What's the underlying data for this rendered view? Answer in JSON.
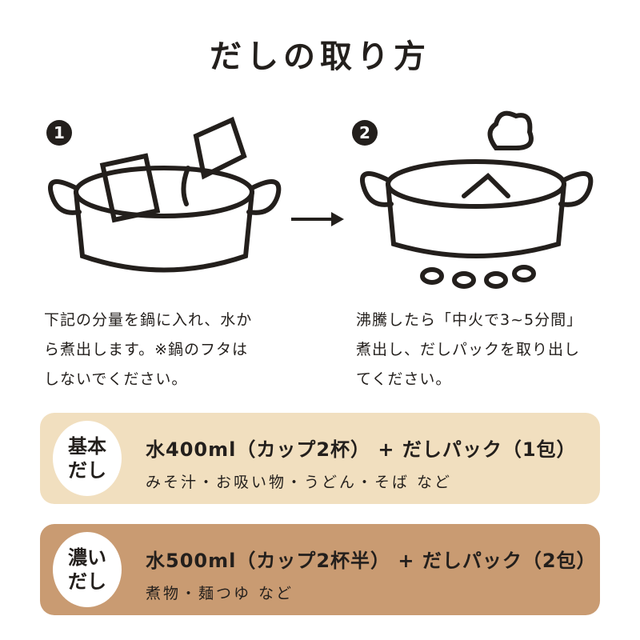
{
  "title": "だしの取り方",
  "steps": [
    {
      "number": "1",
      "text": [
        "下記の分量を鍋に入れ、水か",
        "ら煮出します。※鍋のフタは",
        "しないでください。"
      ]
    },
    {
      "number": "2",
      "text": [
        "沸騰したら「中火で3~5分間」",
        "煮出し、だしパックを取り出し",
        "てください。"
      ]
    }
  ],
  "recipes": [
    {
      "badge": [
        "基本",
        "だし"
      ],
      "main": "水400ml（カップ2杯） + だしパック（1包）",
      "sub": "みそ汁・お吸い物・うどん・そば など",
      "color": "#f1dfbf"
    },
    {
      "badge": [
        "濃い",
        "だし"
      ],
      "main": "水500ml（カップ2杯半） + だしパック（2包）",
      "sub": "煮物・麺つゆ など",
      "color": "#c99b72"
    }
  ]
}
